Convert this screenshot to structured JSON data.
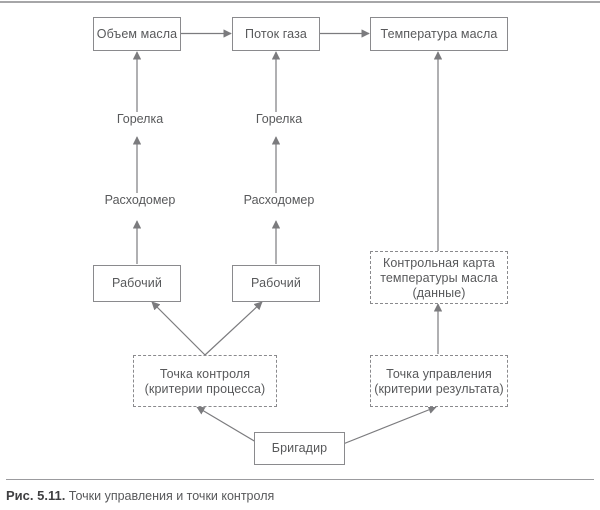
{
  "figure": {
    "caption_number": "Рис. 5.11.",
    "caption_text": "Точки управления и точки контроля",
    "line_color": "#8a8a8d",
    "text_color": "#58595b",
    "background": "#ffffff"
  },
  "nodes": {
    "oil_volume": "Объем масла",
    "gas_flow": "Поток газа",
    "oil_temperature": "Температура масла",
    "worker_left": "Рабочий",
    "worker_right": "Рабочий",
    "control_chart_line1": "Контрольная карта",
    "control_chart_line2": "температуры масла",
    "control_chart_line3": "(данные)",
    "check_point_line1": "Точка контроля",
    "check_point_line2": "(критерии процесса)",
    "control_point_line1": "Точка управления",
    "control_point_line2": "(критерии результата)",
    "foreman": "Бригадир"
  },
  "edge_labels": {
    "burner_left": "Горелка",
    "burner_right": "Горелка",
    "flowmeter_left": "Расходомер",
    "flowmeter_right": "Расходомер"
  }
}
